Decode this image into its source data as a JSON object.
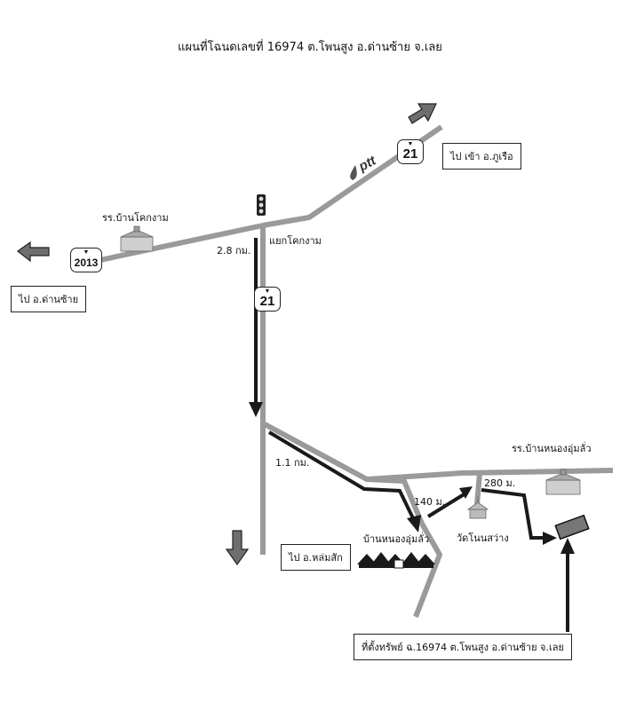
{
  "map": {
    "title": "แผนที่โฉนดเลขที่ 16974 ต.โพนสูง อ.ด่านซ้าย จ.เลย",
    "labels": {
      "to_phu_ruea": "ไป เข้า อ.ภูเรือ",
      "to_dan_sai": "ไป อ.ด่านซ้าย",
      "to_lom_sak": "ไป อ.หล่มสัก",
      "school_khok_ngam": "รร.บ้านโคกงาม",
      "junction_khok_ngam": "แยกโคกงาม",
      "school_nong_um_lua": "รร.บ้านหนองอุ่มลั่ว",
      "village_nong_um_lua": "บ้านหนองอุ่มลั่ว",
      "temple_non_sawang": "วัดโนนสว่าง",
      "property_location": "ที่ตั้งทรัพย์ ฉ.16974 ต.โพนสูง อ.ด่านซ้าย จ.เลย"
    },
    "distances": {
      "d1": "2.8 กม.",
      "d2": "1.1 กม.",
      "d3": "140 ม.",
      "d4": "280 ม."
    },
    "routes": {
      "route_21_top": "21",
      "route_21_mid": "21",
      "route_2013": "2013"
    },
    "brand": "ptt",
    "colors": {
      "road": "#9a9a9a",
      "path": "#1a1a1a",
      "arrow_fill": "#6e6e6e"
    }
  }
}
